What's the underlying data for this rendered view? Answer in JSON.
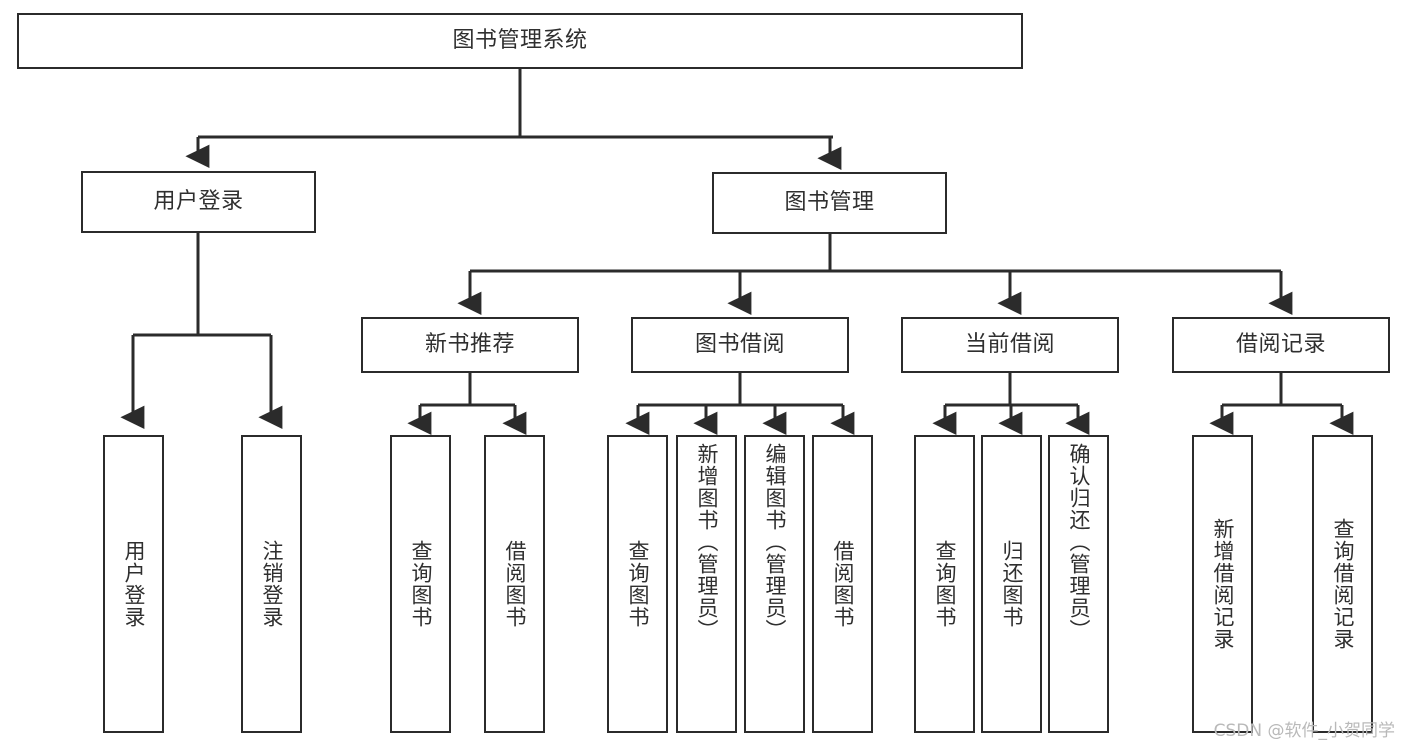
{
  "diagram": {
    "title": "图书管理系统",
    "type": "hierarchy-tree",
    "colors": {
      "line": "#2b2b2b",
      "box_border": "#2b2b2b",
      "box_fill": "#ffffff",
      "text": "#2f2f2f",
      "watermark": "#b9b9b9"
    },
    "root": {
      "label": "图书管理系统"
    },
    "level2": [
      {
        "label": "用户登录"
      },
      {
        "label": "图书管理"
      }
    ],
    "level3": [
      {
        "label": "新书推荐"
      },
      {
        "label": "图书借阅"
      },
      {
        "label": "当前借阅"
      },
      {
        "label": "借阅记录"
      }
    ],
    "leaves": {
      "user_login": [
        {
          "label": "用户登录"
        },
        {
          "label": "注销登录"
        }
      ],
      "new_book_recommend": [
        {
          "label": "查询图书"
        },
        {
          "label": "借阅图书"
        }
      ],
      "book_borrow": [
        {
          "label": "查询图书"
        },
        {
          "label": "新增图书（管理员）"
        },
        {
          "label": "编辑图书（管理员）"
        },
        {
          "label": "借阅图书"
        }
      ],
      "current_borrow": [
        {
          "label": "查询图书"
        },
        {
          "label": "归还图书"
        },
        {
          "label": "确认归还（管理员）"
        }
      ],
      "borrow_record": [
        {
          "label": "新增借阅记录"
        },
        {
          "label": "查询借阅记录"
        }
      ]
    }
  },
  "watermark": {
    "text": "CSDN @软件_小贺同学"
  }
}
